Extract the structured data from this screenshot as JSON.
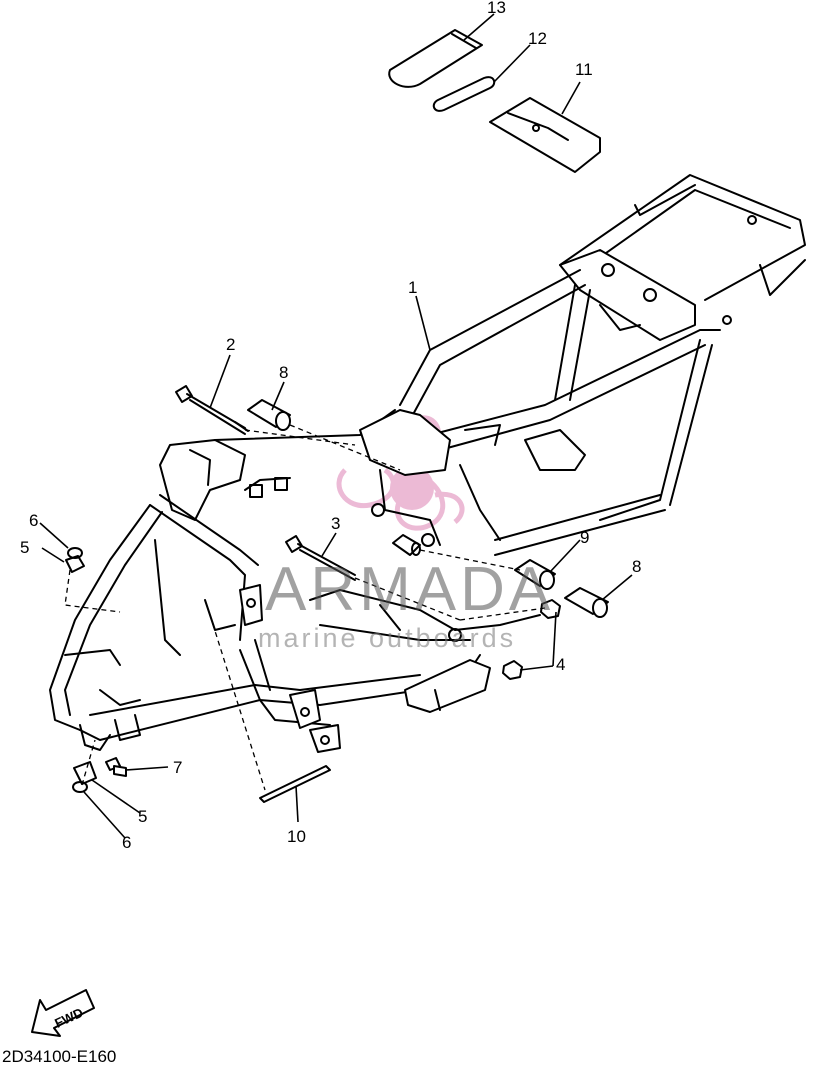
{
  "callouts": {
    "c1": "1",
    "c2": "2",
    "c3": "3",
    "c4": "4",
    "c5a": "5",
    "c5b": "5",
    "c6a": "6",
    "c6b": "6",
    "c7": "7",
    "c8a": "8",
    "c8b": "8",
    "c9": "9",
    "c10": "10",
    "c11": "11",
    "c12": "12",
    "c13": "13"
  },
  "direction_label": "FWD",
  "diagram_code": "2D34100-E160",
  "watermark": {
    "brand": "ARMADA",
    "tagline": "marine outboards",
    "accent_color": "#e6a3c8"
  }
}
